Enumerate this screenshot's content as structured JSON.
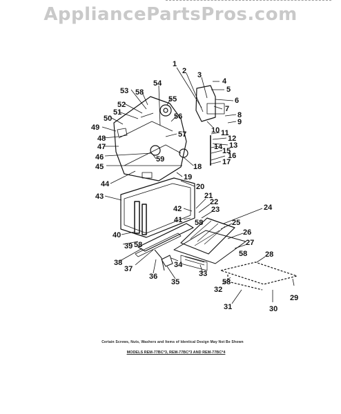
{
  "watermark": "AppliancePartsPros.com",
  "callouts": [
    "1",
    "2",
    "3",
    "4",
    "5",
    "6",
    "7",
    "8",
    "9",
    "10",
    "11",
    "12",
    "13",
    "14",
    "15",
    "16",
    "17",
    "18",
    "19",
    "20",
    "21",
    "22",
    "23",
    "24",
    "25",
    "26",
    "27",
    "28",
    "29",
    "30",
    "31",
    "32",
    "33",
    "34",
    "35",
    "36",
    "37",
    "38",
    "39",
    "40",
    "41",
    "42",
    "43",
    "44",
    "45",
    "46",
    "47",
    "48",
    "49",
    "50",
    "51",
    "52",
    "53",
    "54",
    "55",
    "56",
    "57",
    "58",
    "59"
  ],
  "caption": "Certain Screws, Nuts, Washers and Items of Identical Design May Not Be Shown",
  "models": "MODELS REM-77BC*3, REM-77BC*3 AND REM-77BC*4"
}
